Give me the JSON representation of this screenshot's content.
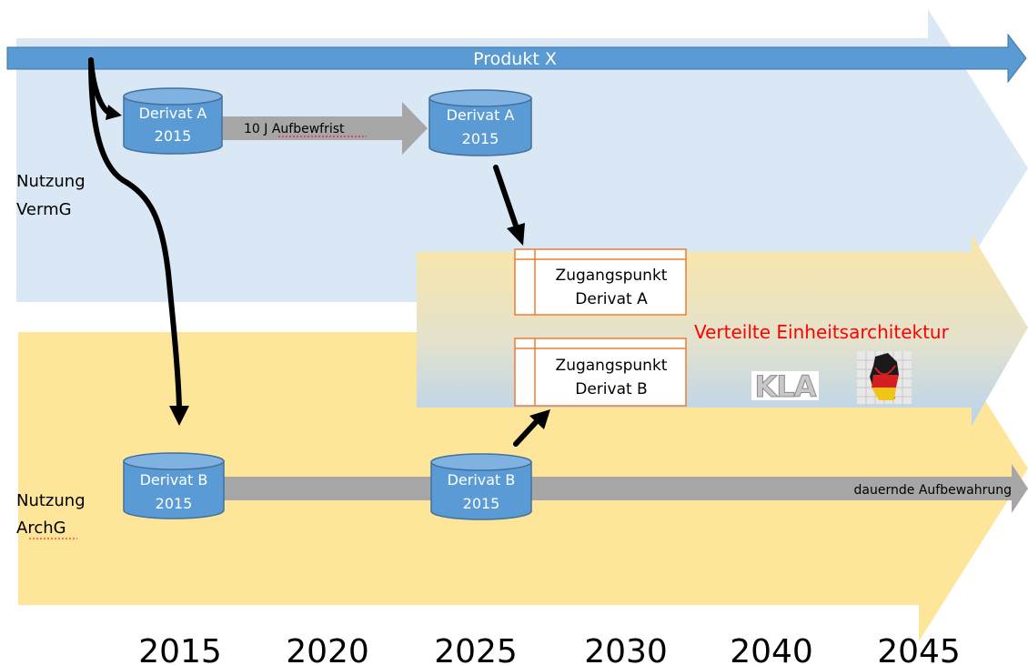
{
  "produkt": {
    "label": "Produkt X"
  },
  "zone_labels": {
    "vermg": [
      "Nutzung",
      "VermG"
    ],
    "archg": [
      "Nutzung",
      "ArchG"
    ]
  },
  "derivat_a": {
    "first": [
      "Derivat A",
      "2015"
    ],
    "second": [
      "Derivat A",
      "2015"
    ],
    "retention": "10 J Aufbewfrist"
  },
  "derivat_b": {
    "first": [
      "Derivat B",
      "2015"
    ],
    "second": [
      "Derivat B",
      "2015"
    ],
    "retention": "dauernde Aufbewahrung"
  },
  "access_points": [
    {
      "line1": "Zugangspunkt",
      "line2": "Derivat A"
    },
    {
      "line1": "Zugangspunkt",
      "line2": "Derivat B"
    }
  ],
  "architecture": {
    "label": "Verteilte Einheitsarchitektur",
    "color": "#ff0000"
  },
  "logos": {
    "kla": "KLA"
  },
  "timeline": {
    "years": [
      "2015",
      "2020",
      "2025",
      "2030",
      "2040",
      "2045"
    ]
  },
  "colors": {
    "product_arrow": "#5b9bd5",
    "upper_zone": "#dae7f5",
    "lower_zone": "#fde59a",
    "cylinder": "#5b9bd5",
    "access_border": "#ed7d31"
  }
}
